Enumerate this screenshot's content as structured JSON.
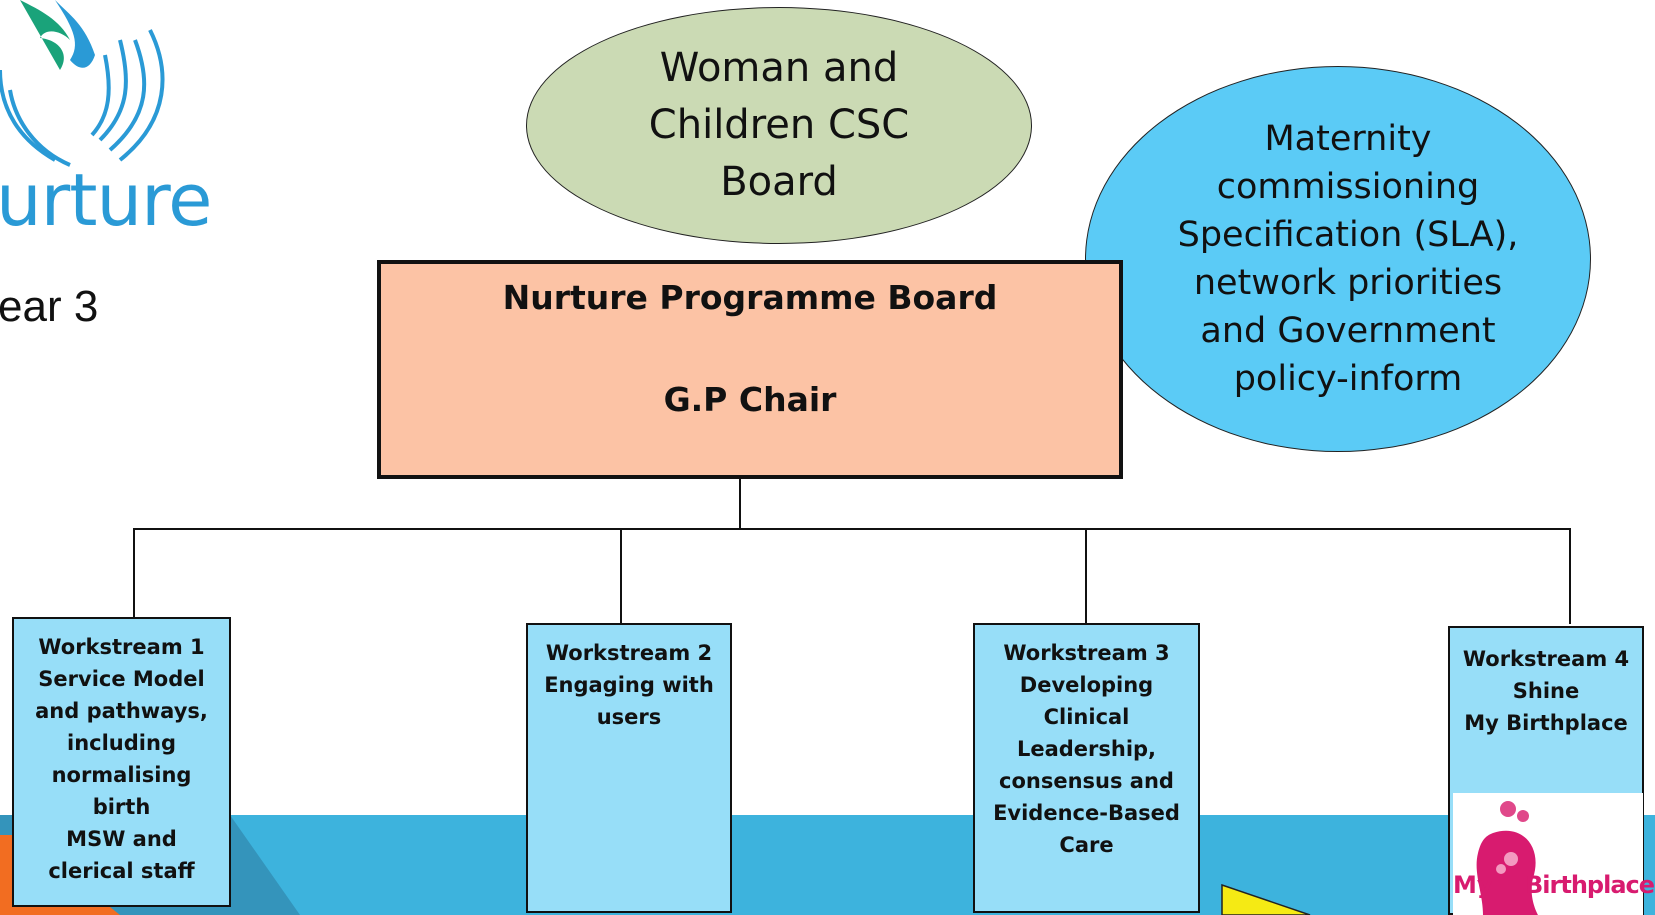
{
  "logo": {
    "text": "urture",
    "colors": {
      "hands": "#2a9ad6",
      "leaf": "#1aa37a",
      "text": "#2a9ad6"
    }
  },
  "side_text": "ear 3",
  "ellipse_green": {
    "lines": [
      "Woman and",
      "Children CSC",
      "Board"
    ],
    "color": "#cbdab4"
  },
  "ellipse_blue": {
    "lines": [
      "Maternity",
      "commissioning",
      "Specification (SLA),",
      "network priorities",
      "and Government",
      "policy-inform"
    ],
    "color": "#5bcbf6"
  },
  "board": {
    "title": "Nurture Programme Board",
    "chair": "G.P Chair",
    "color": "#fcc3a5"
  },
  "workstreams": [
    {
      "lines": [
        "Workstream 1",
        "Service Model",
        "and pathways,",
        "including",
        "normalising",
        "birth",
        "MSW and",
        "clerical staff"
      ]
    },
    {
      "lines": [
        "Workstream 2",
        "Engaging with",
        "users"
      ]
    },
    {
      "lines": [
        "Workstream 3",
        "Developing",
        "Clinical",
        "Leadership,",
        "consensus and",
        "Evidence-Based",
        "Care"
      ]
    },
    {
      "lines": [
        "Workstream 4",
        "Shine",
        "My Birthplace"
      ]
    }
  ],
  "birthplace_logo": {
    "text_my": "My",
    "text_rest": "Birthplace",
    "colors": {
      "pink": "#d81b6f",
      "light": "#f39ac0"
    }
  },
  "colors": {
    "band": "#3db3dd",
    "orange": "#f26d21",
    "arrow": "#f5ea14"
  }
}
